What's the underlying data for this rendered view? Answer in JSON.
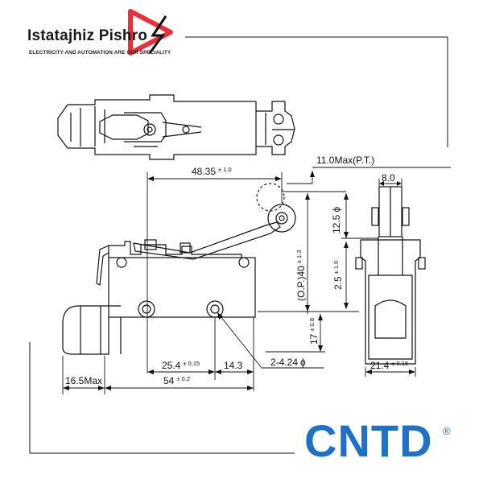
{
  "brand": {
    "name": "Istatajhiz Pishro",
    "tagline": "ELECTRICITY AND AUTOMATION ARE OUR SPECIALITY",
    "accent_color": "#e8303a"
  },
  "manufacturer": {
    "logo_text": "CNTD",
    "registered_mark": "®",
    "color": "#1d72c8"
  },
  "dimensions": {
    "d_48_35": {
      "value": "48.35",
      "tol": "± 1.0"
    },
    "d_11_max": {
      "value": "11.0Max(P.T.)"
    },
    "d_8_0": {
      "value": "8.0"
    },
    "d_12_5": {
      "value": "12.5",
      "sym": "ϕ"
    },
    "d_2_5": {
      "value": "2.5",
      "tol": "± 1.0"
    },
    "d_op_40": {
      "value": "(O.P.)40",
      "tol": "± 1.3"
    },
    "d_17": {
      "value": "17",
      "tol": "± 0.8"
    },
    "d_25_4": {
      "value": "25.4",
      "tol": "± 0.15"
    },
    "d_14_3": {
      "value": "14.3"
    },
    "d_2_4_24": {
      "value": "2-4.24",
      "sym": "ϕ"
    },
    "d_21_4": {
      "value": "21.4",
      "tol": "± 0.15"
    },
    "d_16_5": {
      "value": "16.5Max"
    },
    "d_54": {
      "value": "54",
      "tol": "± 0.2"
    }
  }
}
